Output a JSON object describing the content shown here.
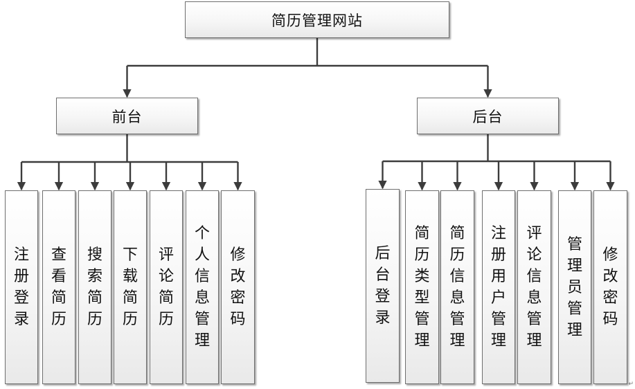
{
  "diagram": {
    "type": "hierarchy",
    "root": {
      "label": "简历管理网站"
    },
    "branches": [
      {
        "label": "前台",
        "children": [
          "注册登录",
          "查看简历",
          "搜索简历",
          "下载简历",
          "评论简历",
          "个人信息管理",
          "修改密码"
        ]
      },
      {
        "label": "后台",
        "children": [
          "后台登录",
          "简历类型管理",
          "简历信息管理",
          "注册用户管理",
          "评论信息管理",
          "管理员管理",
          "修改密码"
        ]
      }
    ],
    "colors": {
      "line": "#3c3c3c",
      "border": "#6e6e6e",
      "fill_top": "#ffffff",
      "fill_bottom": "#e9e9e9"
    },
    "corner_mark": "↵"
  }
}
